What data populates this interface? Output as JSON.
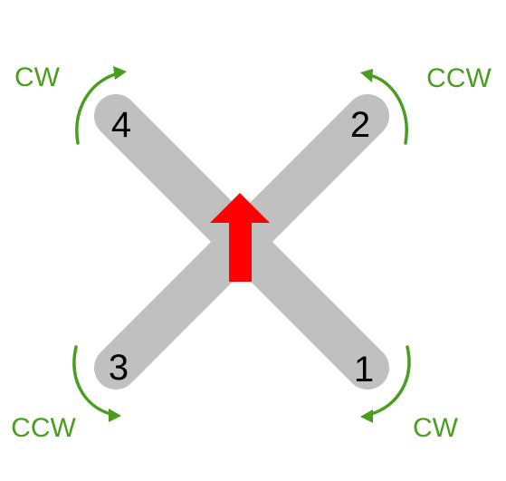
{
  "colors": {
    "arm": "#c0c0c0",
    "rotation": "#4a9e1f",
    "heading_arrow": "#ff0000",
    "text": "#000000",
    "background": "#ffffff"
  },
  "motors": [
    {
      "number": "4",
      "rotation": "CW"
    },
    {
      "number": "2",
      "rotation": "CCW"
    },
    {
      "number": "3",
      "rotation": "CCW"
    },
    {
      "number": "1",
      "rotation": "CW"
    }
  ],
  "icons": {
    "heading": "arrow-up-icon",
    "rotation": "curved-arrow-icon"
  }
}
